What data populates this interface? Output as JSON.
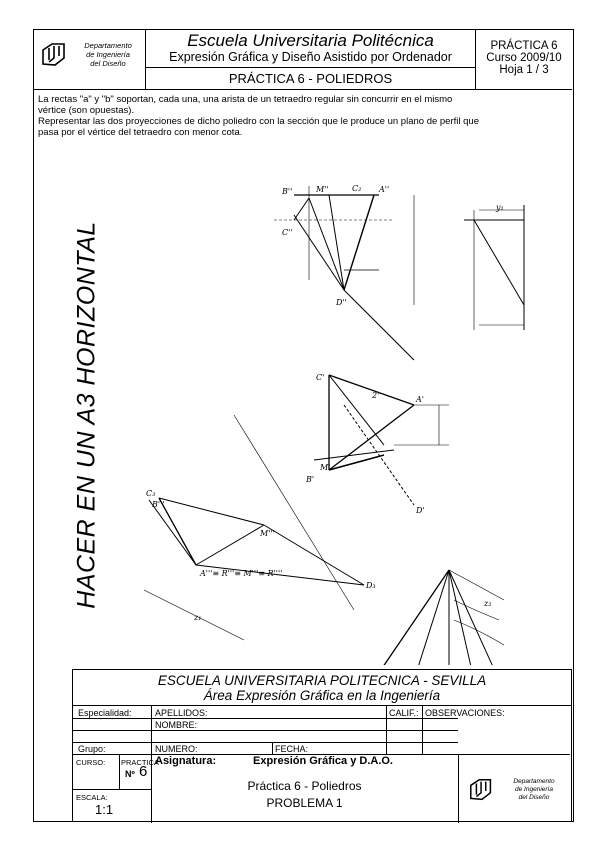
{
  "header": {
    "dept_line1": "Departamento",
    "dept_line2": "de Ingeniería",
    "dept_line3": "del Diseño",
    "title": "Escuela Universitaria Politécnica",
    "subtitle": "Expresión Gráfica y Diseño Asistido por Ordenador",
    "practica": "PRÁCTICA 6 - POLIEDROS",
    "right_line1": "PRÁCTICA 6",
    "right_line2": "Curso 2009/10",
    "right_line3": "Hoja 1 / 3"
  },
  "statement": {
    "line1": "La rectas \"a\" y \"b\" soportan, cada una, una arista de un tetraedro regular sin concurrir en el mismo",
    "line2": "vértice (son opuestas).",
    "line3": "Representar las dos proyecciones de dicho poliedro con la sección que le produce un plano de perfil que",
    "line4": "pasa por el vértice del tetraedro con menor cota."
  },
  "vertical_note": "HACER EN UN A3 HORIZONTAL",
  "drawing_labels": {
    "b2": "B''",
    "m2": "M''",
    "c2": "C₂",
    "a2": "A''",
    "d2": "D''",
    "c2b": "C''",
    "c1": "C'",
    "a1": "A'",
    "b1": "B'",
    "m1": "M'",
    "d1": "D'",
    "h2": "2'",
    "c3": "C₃",
    "b3": "B'''",
    "m3": "M'''",
    "d3": "D₃",
    "z1": "z₁",
    "eq": "A'''≡ R'''≡ M'''≡ R''''",
    "y1": "y₁",
    "z2": "z₂"
  },
  "titleblock": {
    "school": "ESCUELA UNIVERSITARIA POLITECNICA - SEVILLA",
    "area": "Área  Expresión Gráfica en la Ingeniería",
    "especialidad": "Especialidad:",
    "apellidos": "APELLIDOS:",
    "nombre": "NOMBRE:",
    "calif": "CALIF.:",
    "observaciones": "OBSERVACIONES:",
    "grupo": "Grupo:",
    "numero": "NUMERO:",
    "fecha": "FECHA:",
    "curso": "CURSO:",
    "practica_lbl": "PRACTICA",
    "num_lbl": "Nº",
    "num_val": "6",
    "escala": "ESCALA:",
    "escala_val": "1:1",
    "asignatura_lbl": "Asignatura:",
    "asignatura_val": "Expresión Gráfica y D.A.O.",
    "prac_title": "Práctica 6 - Poliedros",
    "problema": "PROBLEMA 1",
    "dept_line1": "Departamento",
    "dept_line2": "de Ingeniería",
    "dept_line3": "del Diseño"
  }
}
